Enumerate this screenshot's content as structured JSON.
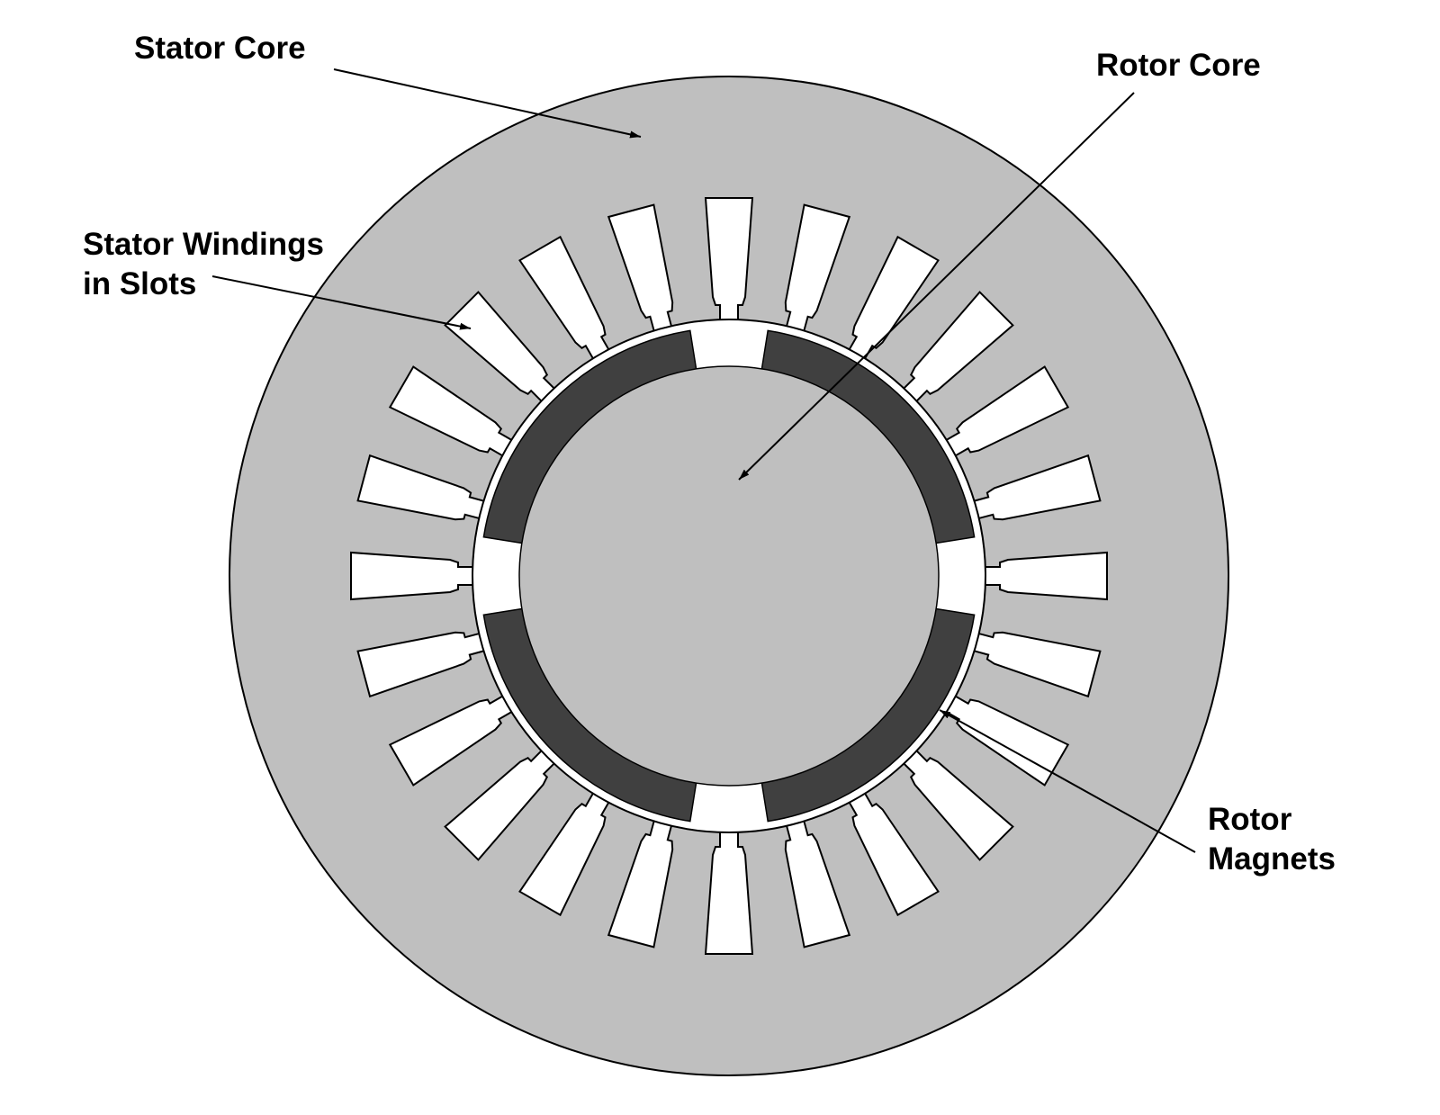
{
  "labels": {
    "stator_core": "Stator Core",
    "rotor_core": "Rotor Core",
    "stator_windings_line1": "Stator Windings",
    "stator_windings_line2": "in Slots",
    "rotor_magnets_line1": "Rotor",
    "rotor_magnets_line2": "Magnets"
  },
  "machine": {
    "stator_slot_count": 24,
    "rotor_magnet_count": 4
  },
  "colors": {
    "core_gray": "#bfbfbf",
    "magnet_dark": "#404040",
    "outline": "#000000",
    "slot_fill": "#ffffff"
  }
}
